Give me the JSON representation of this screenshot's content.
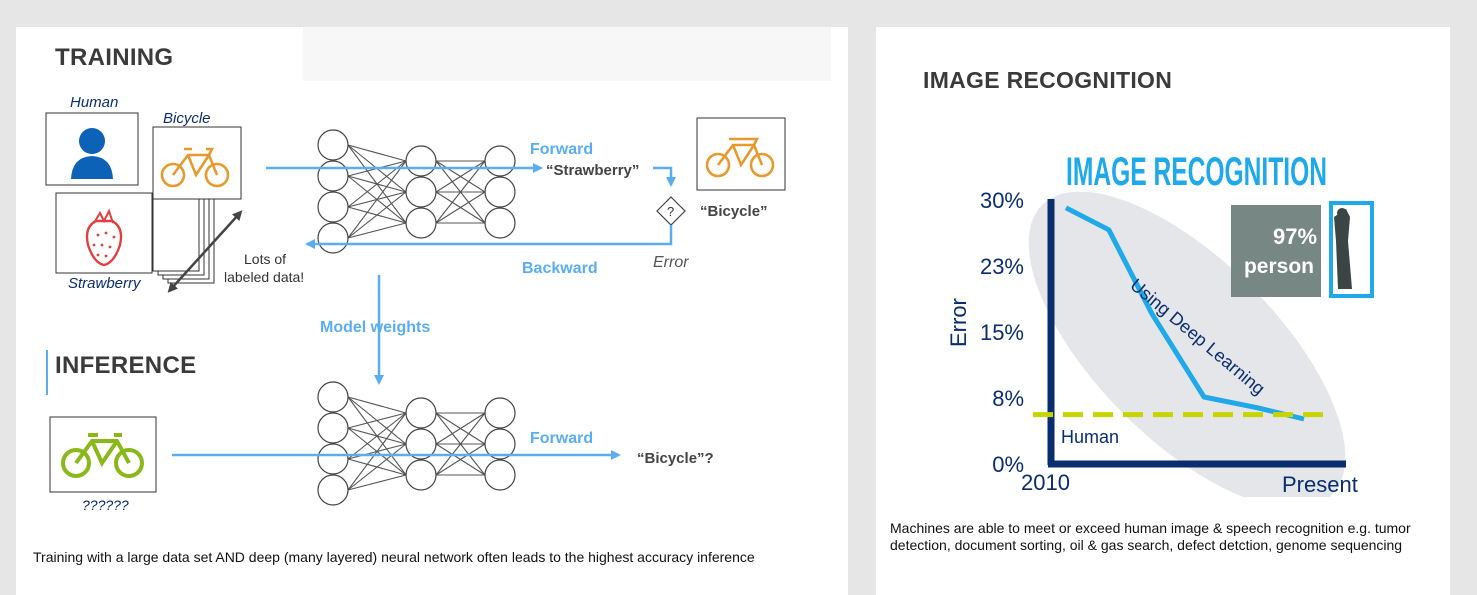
{
  "training": {
    "title": "TRAINING",
    "label_human": "Human",
    "label_bicycle": "Bicycle",
    "label_strawberry": "Strawberry",
    "lots_line1": "Lots of",
    "lots_line2": "labeled data!",
    "forward": "Forward",
    "output_strawberry": "“Strawberry”",
    "question_mark": "?",
    "truth_bicycle": "“Bicycle”",
    "error": "Error",
    "backward": "Backward",
    "model_weights": "Model weights"
  },
  "inference": {
    "title": "INFERENCE",
    "unknown_label": "??????",
    "forward": "Forward",
    "output": "“Bicycle”?"
  },
  "left_caption": "Training with a large data set AND deep (many layered) neural network often leads to the highest accuracy inference",
  "image_recognition": {
    "section_title": "IMAGE RECOGNITION",
    "chart_title": "IMAGE RECOGNITION",
    "ylabel": "Error",
    "x_start": "2010",
    "x_end": "Present",
    "ellipse_label": "Using Deep Learning",
    "human_label": "Human",
    "badge_percent": "97%",
    "badge_label": "person",
    "caption": "Machines are able to meet or exceed human image & speech recognition e.g. tumor detection, document sorting, oil & gas search, defect detction, genome sequencing"
  },
  "colors": {
    "accent_blue": "#5aaef0",
    "chart_blue": "#1fa9e8",
    "navy": "#0a2d6e",
    "human_line": "#c8d400",
    "bike_orange": "#e69a2e",
    "text_dark": "#3a3a3a"
  },
  "chart_data": {
    "type": "line",
    "title": "IMAGE RECOGNITION",
    "ylabel": "Error",
    "xlabel": "",
    "x_tick_labels": [
      "2010",
      "Present"
    ],
    "y_tick_labels": [
      "0%",
      "8%",
      "15%",
      "23%",
      "30%"
    ],
    "ylim": [
      0,
      30
    ],
    "series": [
      {
        "name": "",
        "x": [
          0,
          0.18,
          0.36,
          0.58,
          0.8,
          1.0
        ],
        "values": [
          29,
          26.5,
          17,
          7.5,
          6.3,
          5
        ]
      },
      {
        "name": "Human",
        "x": [
          0,
          1.0
        ],
        "values": [
          5.5,
          5.5
        ]
      }
    ],
    "annotations": [
      "Using Deep Learning",
      "97%",
      "person"
    ],
    "grid": false
  }
}
